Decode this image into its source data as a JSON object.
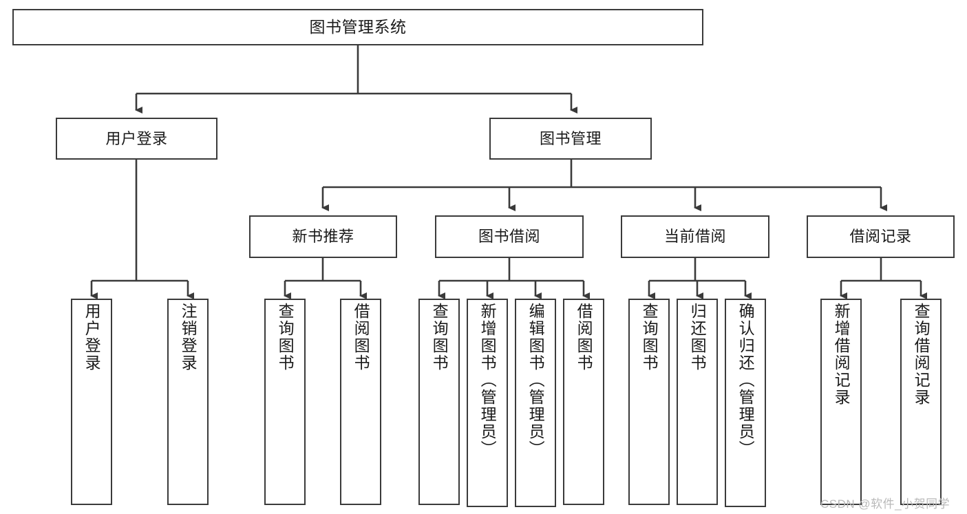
{
  "diagram": {
    "title": "图书管理系统",
    "type": "tree-hierarchy-diagram",
    "colors": {
      "box_border": "#3a3a3a",
      "box_fill": "#ffffff",
      "connector": "#3a3a3a",
      "text": "#1a1a1a",
      "watermark": "#b9b9b9",
      "background": "#ffffff"
    },
    "nodes": {
      "root": {
        "label": "图书管理系统"
      },
      "level2": [
        {
          "label": "用户登录"
        },
        {
          "label": "图书管理"
        }
      ],
      "level3": [
        {
          "label": "新书推荐"
        },
        {
          "label": "图书借阅"
        },
        {
          "label": "当前借阅"
        },
        {
          "label": "借阅记录"
        }
      ],
      "leaves": {
        "user_login": [
          {
            "label": "用户登录"
          },
          {
            "label": "注销登录"
          }
        ],
        "new_book_recommend": [
          {
            "label": "查询图书"
          },
          {
            "label": "借阅图书"
          }
        ],
        "book_borrow": [
          {
            "label": "查询图书"
          },
          {
            "label": "新增图书（管理员）"
          },
          {
            "label": "编辑图书（管理员）"
          },
          {
            "label": "借阅图书"
          }
        ],
        "current_borrow": [
          {
            "label": "查询图书"
          },
          {
            "label": "归还图书"
          },
          {
            "label": "确认归还（管理员）"
          }
        ],
        "borrow_records": [
          {
            "label": "新增借阅记录"
          },
          {
            "label": "查询借阅记录"
          }
        ]
      }
    },
    "watermark": "CSDN @软件_小贺同学"
  }
}
